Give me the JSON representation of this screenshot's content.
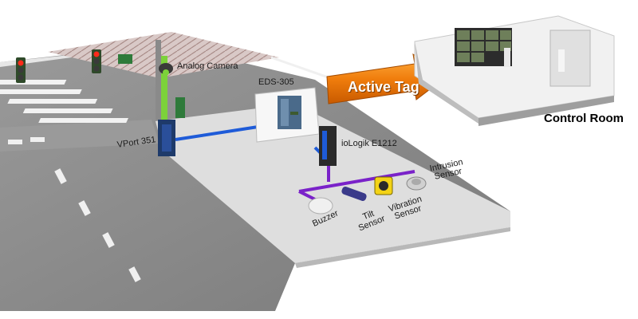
{
  "labels": {
    "analog_camera": "Analog Camera",
    "eds": "EDS-305",
    "active_tag": "Active Tag",
    "control_room": "Control Room",
    "vport": "VPort 351",
    "iologik": "ioLogik E1212",
    "intrusion_line1": "Intrusion",
    "intrusion_line2": "Sensor",
    "buzzer": "Buzzer",
    "tilt_line1": "Tilt",
    "tilt_line2": "Sensor",
    "vibration_line1": "Vibration",
    "vibration_line2": "Sensor"
  },
  "colors": {
    "road": "#8c8c8c",
    "sidewalk": "#dcdcdc",
    "ethernet": "#1e5bd8",
    "io_wire": "#7a22c9",
    "camera_pole_highlight": "#7cd23a",
    "arrow": "#f07d0c"
  },
  "icons": [
    "traffic-light-icon",
    "camera-icon",
    "switch-icon",
    "io-module-icon",
    "buzzer-icon",
    "tilt-sensor-icon",
    "vibration-sensor-icon",
    "intrusion-sensor-icon"
  ]
}
